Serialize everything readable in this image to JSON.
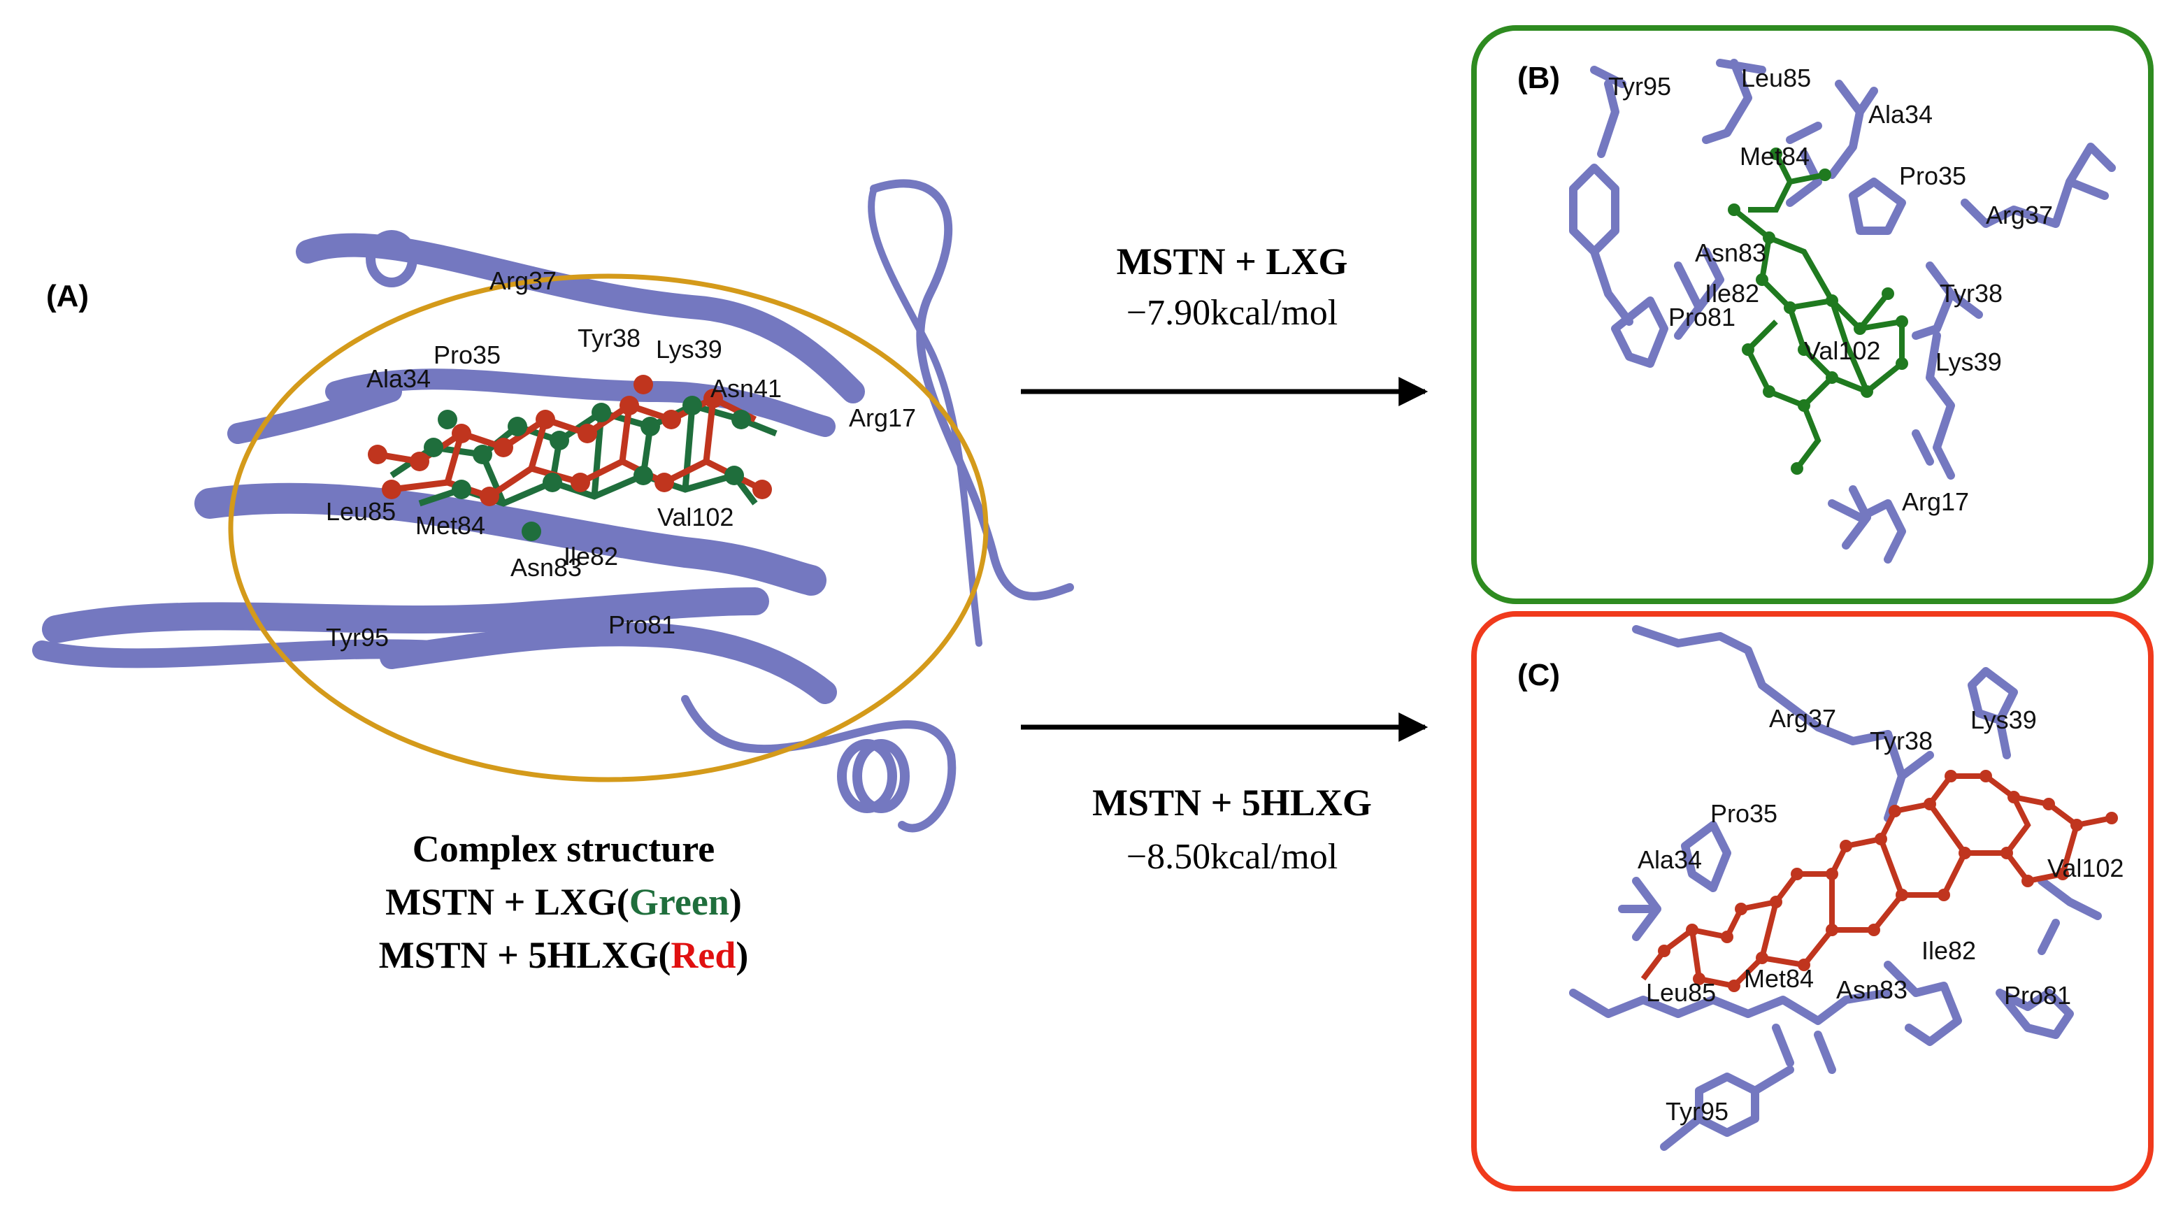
{
  "colors": {
    "protein": "#7478c0",
    "ligand_lxg": "#1f6e3c",
    "ligand_5hlxg": "#c0351e",
    "panel_b_border": "#2e8b20",
    "panel_c_border": "#f03a1c",
    "pocket_ellipse": "#d49a1a"
  },
  "panel_a": {
    "label": "(A)",
    "residues": [
      "Arg37",
      "Pro35",
      "Tyr38",
      "Lys39",
      "Ala34",
      "Asn41",
      "Arg17",
      "Leu85",
      "Met84",
      "Val102",
      "Asn83",
      "Ile82",
      "Tyr95",
      "Pro81"
    ],
    "caption_line1": "Complex structure",
    "caption_line2_prefix": "MSTN + LXG(",
    "caption_line2_color_word": "Green",
    "caption_line2_suffix": ")",
    "caption_line3_prefix": "MSTN + 5HLXG(",
    "caption_line3_color_word": "Red",
    "caption_line3_suffix": ")"
  },
  "arrow_top": {
    "title": "MSTN + LXG",
    "energy": "−7.90kcal/mol"
  },
  "arrow_bottom": {
    "title": "MSTN + 5HLXG",
    "energy": "−8.50kcal/mol"
  },
  "panel_b": {
    "label": "(B)",
    "residues": [
      "Tyr95",
      "Leu85",
      "Ala34",
      "Met84",
      "Pro35",
      "Arg37",
      "Asn83",
      "Ile82",
      "Tyr38",
      "Pro81",
      "Val102",
      "Lys39",
      "Arg17"
    ]
  },
  "panel_c": {
    "label": "(C)",
    "residues": [
      "Arg37",
      "Tyr38",
      "Lys39",
      "Pro35",
      "Ala34",
      "Val102",
      "Ile82",
      "Leu85",
      "Met84",
      "Asn83",
      "Pro81",
      "Tyr95"
    ]
  }
}
